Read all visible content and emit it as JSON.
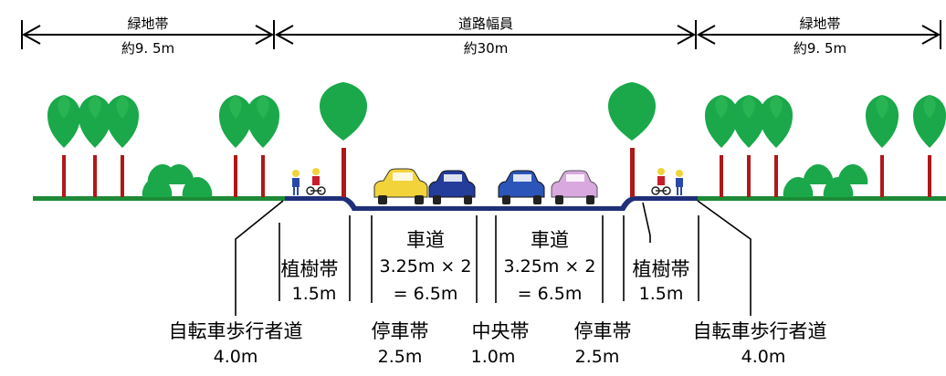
{
  "dimensions": {
    "left": {
      "title": "緑地帯",
      "value": "約9. 5m"
    },
    "center": {
      "title": "道路幅員",
      "value": "約30m"
    },
    "right": {
      "title": "緑地帯",
      "value": "約9. 5m"
    }
  },
  "labels": {
    "planting_left": {
      "title": "植樹帯",
      "value": "1.5m"
    },
    "planting_right": {
      "title": "植樹帯",
      "value": "1.5m"
    },
    "roadway_left": {
      "title": "車道",
      "formula": "3.25m × 2",
      "result": "= 6.5m"
    },
    "roadway_right": {
      "title": "車道",
      "formula": "3.25m × 2",
      "result": "= 6.5m"
    },
    "sidewalk_left": {
      "title": "自転車歩行者道",
      "value": "4.0m"
    },
    "sidewalk_right": {
      "title": "自転車歩行者道",
      "value": "4.0m"
    },
    "parking_left": {
      "title": "停車帯",
      "value": "2.5m"
    },
    "median": {
      "title": "中央帯",
      "value": "1.0m"
    },
    "parking_right": {
      "title": "停車帯",
      "value": "2.5m"
    }
  },
  "colors": {
    "tree": "#1aa84a",
    "trunk": "#b01818",
    "grass": "#1e8a36",
    "road": "#1f2f7a",
    "car_yellow": "#f2d33a",
    "car_blue": "#243c9a",
    "car_blue_light": "#2b55b8",
    "car_pink": "#d8a8de",
    "person_blue": "#2a48a8",
    "person_red": "#c81e2a"
  }
}
